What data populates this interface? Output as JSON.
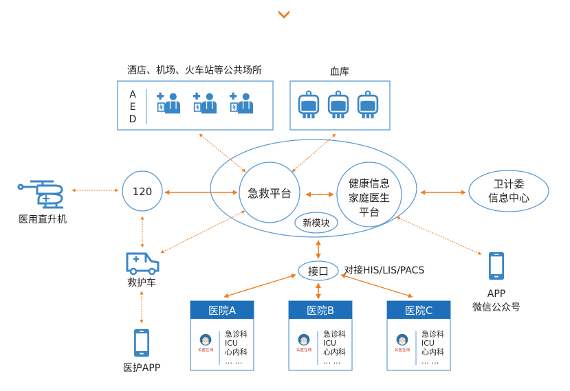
{
  "colors": {
    "blue": "#3a87c8",
    "line_blue": "#5b9bd5",
    "orange": "#ee7d22",
    "header_blue": "#1e6fba",
    "text": "#222222"
  },
  "top_indicator": {
    "icon": "chevron-down-icon"
  },
  "public_places": {
    "title": "酒店、机场、火车站等公共场所",
    "aed_letters": [
      "A",
      "E",
      "D"
    ],
    "icons": [
      "aed-doctor-icon",
      "aed-doctor-icon",
      "aed-doctor-icon"
    ]
  },
  "blood_bank": {
    "title": "血库",
    "icons": [
      "blood-bag-icon",
      "blood-bag-icon",
      "blood-bag-icon"
    ]
  },
  "helicopter": {
    "label": "医用直升机",
    "icon": "helicopter-icon"
  },
  "node_120": {
    "label": "120"
  },
  "ambulance": {
    "label": "救护车",
    "icon": "ambulance-icon"
  },
  "medical_app": {
    "label": "医护APP",
    "icon": "smartphone-icon"
  },
  "emergency_platform": {
    "label": "急救平台"
  },
  "health_platform": {
    "lines": [
      "健康信息",
      "家庭医生",
      "平台"
    ]
  },
  "new_module": {
    "label": "新模块"
  },
  "health_commission": {
    "lines": [
      "卫计委",
      "信息中心"
    ]
  },
  "public_app": {
    "lines": [
      "APP",
      "微信公众号"
    ],
    "icon": "smartphone-icon"
  },
  "interface": {
    "label": "接口",
    "note": "对接HIS/LIS/PACS"
  },
  "hospitals": [
    {
      "name": "医院A",
      "departments": [
        "急诊科",
        "ICU",
        "心内科",
        "… …"
      ]
    },
    {
      "name": "医院B",
      "departments": [
        "急诊科",
        "ICU",
        "心内科",
        "… …"
      ]
    },
    {
      "name": "医院C",
      "departments": [
        "急诊科",
        "ICU",
        "心内科",
        "… …"
      ]
    }
  ]
}
